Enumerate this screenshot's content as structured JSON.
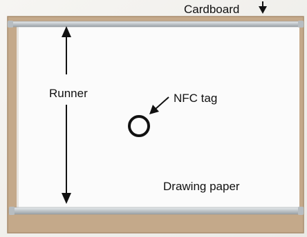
{
  "labels": {
    "cardboard": "Cardboard",
    "runner": "Runner",
    "nfc_tag": "NFC tag",
    "drawing_paper": "Drawing paper"
  },
  "colors": {
    "cardboard": "#c4a98a",
    "paper": "#fbfbfb",
    "runner_metal": "#c9cdd0",
    "annotation": "#111111"
  }
}
